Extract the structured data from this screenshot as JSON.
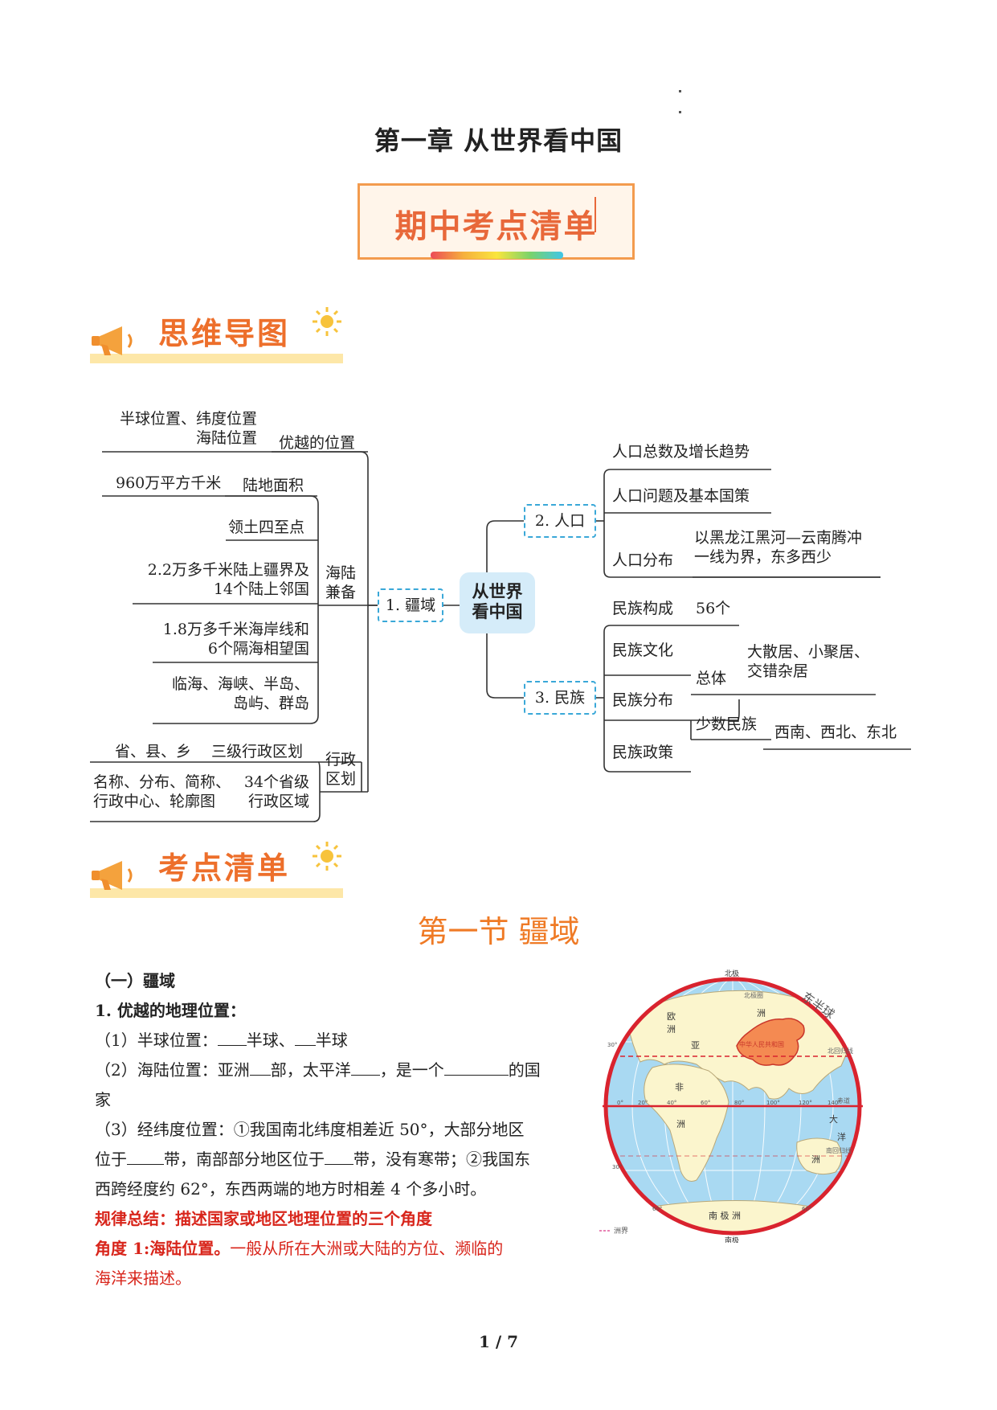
{
  "chapter_title": "第一章 从世界看中国",
  "banner_title": "期中考点清单",
  "section_heads": {
    "mindmap": "思维导图",
    "checklist": "考点清单"
  },
  "mindmap": {
    "center": [
      "从世界",
      "看中国"
    ],
    "branches": {
      "territory": {
        "label": "1. 疆域",
        "advantage_position": {
          "label": "优越的位置",
          "detail_line1": "半球位置、纬度位置",
          "detail_line2": "海陆位置"
        },
        "land_sea": {
          "label_line1": "海陆",
          "label_line2": "兼备",
          "area_label": "陆地面积",
          "area_value": "960万平方千米",
          "extremes": "领土四至点",
          "border_line1": "2.2万多千米陆上疆界及",
          "border_line2": "14个陆上邻国",
          "coast_line1": "1.8万多千米海岸线和",
          "coast_line2": "6个隔海相望国",
          "sea_line1": "临海、海峡、半岛、",
          "sea_line2": "岛屿、群岛"
        },
        "admin": {
          "label_line1": "行政",
          "label_line2": "区划",
          "levels_left": "省、县、乡",
          "levels_right": "三级行政区划",
          "prov_left_line1": "名称、分布、简称、",
          "prov_left_line2": "行政中心、轮廓图",
          "prov_right_line1": "34个省级",
          "prov_right_line2": "行政区域"
        }
      },
      "population": {
        "label": "2. 人口",
        "items": [
          "人口总数及增长趋势",
          "人口问题及基本国策",
          "人口分布"
        ],
        "distribution_line1": "以黑龙江黑河—云南腾冲",
        "distribution_line2": "一线为界，东多西少"
      },
      "ethnic": {
        "label": "3. 民族",
        "composition": "民族构成",
        "composition_value": "56个",
        "culture": "民族文化",
        "distribution": "民族分布",
        "overall": "总体",
        "overall_line1": "大散居、小聚居、",
        "overall_line2": "交错杂居",
        "minority": "少数民族",
        "minority_value": "西南、西北、东北",
        "policy": "民族政策"
      }
    }
  },
  "section_title": "第一节 疆域",
  "content": {
    "sub_heading": "（一）疆域",
    "point1_title": "1. 优越的地理位置：",
    "hemisphere": {
      "prefix": "（1）半球位置：",
      "mid": "半球、",
      "end": "半球"
    },
    "sea_land": {
      "prefix": "（2）海陆位置：亚洲",
      "p2": "部，太平洋",
      "p3": "，是一个",
      "p4": "的国",
      "line2": "家"
    },
    "latlon": {
      "line1": "（3）经纬度位置：①我国南北纬度相差近 50°，大部分地区",
      "line2_a": "位于",
      "line2_b": "带，南部部分地区位于",
      "line2_c": "带，没有寒带；②我国东",
      "line3": "西跨经度约 62°，东西两端的地方时相差 4 个多小时。"
    },
    "rule_summary": "规律总结：描述国家或地区地理位置的三个角度",
    "angle1_bold": "角度 1:海陆位置。",
    "angle1_rest": "一般从所在大洲或大陆的方位、濒临的",
    "angle1_line2": "海洋来描述。"
  },
  "globe": {
    "north_pole": "北极",
    "south_pole": "南极",
    "hemisphere_label": "东半球",
    "arctic_circle": "北极圈",
    "tropic_cancer": "北回归线",
    "tropic_capricorn": "南回归线",
    "equator": "赤道",
    "country_label": "中华人民共和国",
    "europe": [
      "欧",
      "洲"
    ],
    "asia": [
      "亚",
      "洲"
    ],
    "africa": [
      "非",
      "洲"
    ],
    "oceania": [
      "大",
      "洋",
      "洲"
    ],
    "antarctica": "南 极 洲",
    "lat_labels": [
      "30°",
      "0°",
      "30°",
      "60°",
      "60°"
    ],
    "lon_labels": [
      "20°",
      "40°",
      "60°",
      "80°",
      "100°",
      "120°",
      "140°"
    ],
    "legend": "洲界",
    "colors": {
      "ocean": "#a9d9f2",
      "land": "#fbf5cd",
      "china": "#f48a52",
      "rim": "#d9232e"
    }
  },
  "page_number": "1 / 7"
}
